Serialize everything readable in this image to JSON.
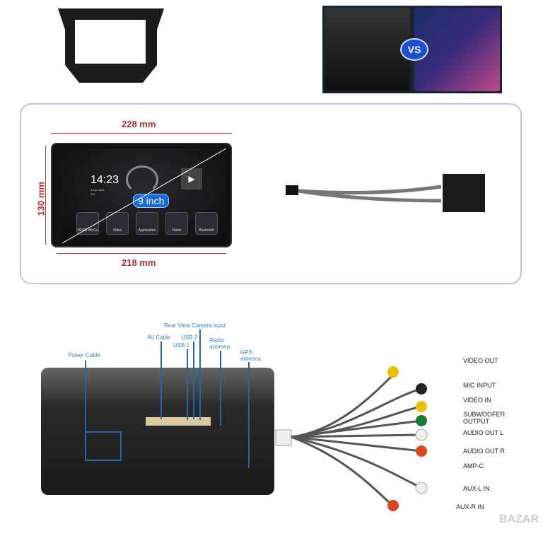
{
  "dimensions": {
    "top": "228 mm",
    "bottom": "218 mm",
    "side": "130 mm"
  },
  "screen": {
    "time": "14:23",
    "date": "4 Apr 2024",
    "day": "Thu",
    "size_badge": "9 inch",
    "apps": [
      "HERE WeGo",
      "Video",
      "Application",
      "Radio",
      "Bluetooth"
    ]
  },
  "vs_badge": "VS",
  "connector_labels": [
    "Rear View Camera input",
    "AV Cable",
    "USB 2",
    "USB 1",
    "Radio antenna",
    "GPS antenna",
    "Power Cable"
  ],
  "rca_labels": [
    "VIDEO OUT",
    "MIC INPUT",
    "VIDEO IN",
    "SUBWOOFER OUTPUT",
    "AUDIO OUT L",
    "AUDIO OUT R",
    "AMP-C",
    "AUX-L IN",
    "AUX-R IN"
  ],
  "watermark": "BAZAR"
}
